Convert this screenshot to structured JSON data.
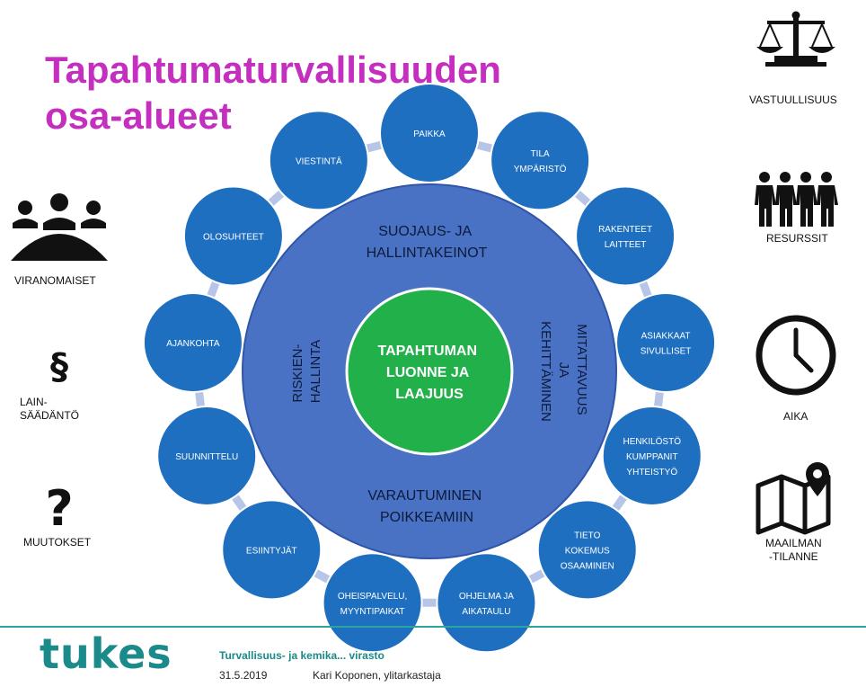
{
  "title": {
    "line1": "Tapahtumaturvallisuuden",
    "line2": "osa-alueet"
  },
  "center": {
    "lines": [
      "TAPAHTUMAN",
      "LUONNE JA",
      "LAAJUUS"
    ]
  },
  "ring": {
    "top": [
      "SUOJAUS- JA",
      "HALLINTAKEINOT"
    ],
    "bottom": [
      "VARAUTUMINEN",
      "POIKKEAMIIN"
    ],
    "left": [
      "RISKIEN-",
      "HALLINTA"
    ],
    "right": [
      "MITATTAVUUS",
      "JA",
      "KEHITTÄMINEN"
    ]
  },
  "nodes": [
    {
      "lines": [
        "PAIKKA"
      ]
    },
    {
      "lines": [
        "TILA",
        "YMPÄRISTÖ"
      ]
    },
    {
      "lines": [
        "RAKENTEET",
        "LAITTEET"
      ]
    },
    {
      "lines": [
        "ASIAKKAAT",
        "SIVULLISET"
      ]
    },
    {
      "lines": [
        "HENKILÖSTÖ",
        "KUMPPANIT",
        "YHTEISTYÖ"
      ]
    },
    {
      "lines": [
        "TIETO",
        "KOKEMUS",
        "OSAAMINEN"
      ]
    },
    {
      "lines": [
        "OHJELMA JA",
        "AIKATAULU"
      ]
    },
    {
      "lines": [
        "OHEISPALVELU,",
        "MYYNTIPAIKAT"
      ]
    },
    {
      "lines": [
        "ESIINTYJÄT"
      ]
    },
    {
      "lines": [
        "SUUNNITTELU"
      ]
    },
    {
      "lines": [
        "AJANKOHTA"
      ]
    },
    {
      "lines": [
        "OLOSUHTEET"
      ]
    },
    {
      "lines": [
        "VIESTINTÄ"
      ]
    }
  ],
  "left_side": {
    "authorities": "VIRANOMAISET",
    "law_symbol": "§",
    "law_line1": "LAIN-",
    "law_line2": "SÄÄDÄNTÖ",
    "question_symbol": "?",
    "changes": "MUUTOKSET"
  },
  "right_side": {
    "responsibility": "VASTUULLISUUS",
    "resources": "RESURSSIT",
    "time": "AIKA",
    "world_line1": "MAAILMAN",
    "world_line2": "-TILANNE"
  },
  "footer": {
    "logo": "tukes",
    "org": "Turvallisuus- ja kemika... virasto",
    "date": "31.5.2019",
    "author": "Kari Koponen, ylitarkastaja"
  },
  "colors": {
    "title": "#c42fbf",
    "node": "#1f6fc0",
    "node_border": "#ffffff",
    "ring": "#4a72c4",
    "center": "#22b04a",
    "connector": "#b7c6e8",
    "brand": "#1a8a8a"
  }
}
